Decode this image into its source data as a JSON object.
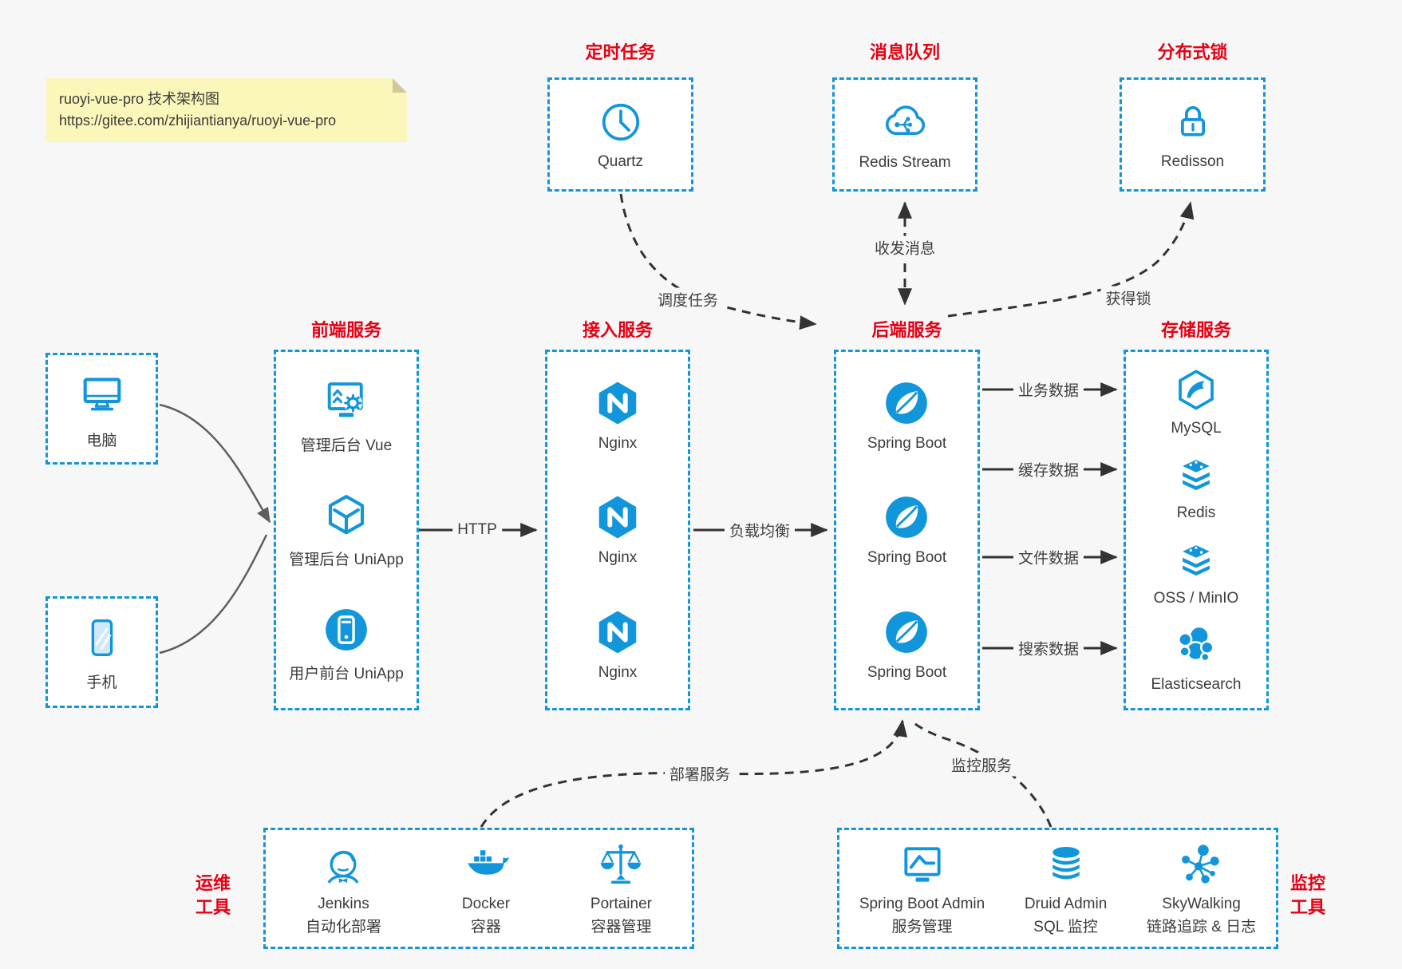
{
  "note": {
    "line1": "ruoyi-vue-pro 技术架构图",
    "line2": "https://gitee.com/zhijiantianya/ruoyi-vue-pro"
  },
  "palette": {
    "accent_blue": "#1296db",
    "title_red": "#e60013",
    "canvas_bg": "#f7f7f8",
    "note_bg": "#fbf6b9",
    "edge_dark": "#333333",
    "edge_gray": "#5f5f5f"
  },
  "top_services": [
    {
      "title": "定时任务",
      "label": "Quartz",
      "icon": "clock-icon"
    },
    {
      "title": "消息队列",
      "label": "Redis Stream",
      "icon": "message-queue-cloud-icon"
    },
    {
      "title": "分布式锁",
      "label": "Redisson",
      "icon": "lock-icon"
    }
  ],
  "clients": [
    {
      "label": "电脑",
      "icon": "desktop-icon"
    },
    {
      "label": "手机",
      "icon": "smartphone-icon"
    }
  ],
  "columns": {
    "frontend": {
      "title": "前端服务",
      "items": [
        {
          "label": "管理后台 Vue"
        },
        {
          "label": "管理后台 UniApp"
        },
        {
          "label": "用户前台 UniApp"
        }
      ]
    },
    "gateway": {
      "title": "接入服务",
      "items": [
        {
          "label": "Nginx"
        },
        {
          "label": "Nginx"
        },
        {
          "label": "Nginx"
        }
      ]
    },
    "backend": {
      "title": "后端服务",
      "items": [
        {
          "label": "Spring Boot"
        },
        {
          "label": "Spring Boot"
        },
        {
          "label": "Spring Boot"
        }
      ]
    },
    "storage": {
      "title": "存储服务",
      "items": [
        {
          "label": "MySQL"
        },
        {
          "label": "Redis"
        },
        {
          "label": "OSS / MinIO"
        },
        {
          "label": "Elasticsearch"
        }
      ]
    }
  },
  "ops": {
    "side_label": "运维\n工具",
    "items": [
      {
        "name": "Jenkins",
        "desc": "自动化部署"
      },
      {
        "name": "Docker",
        "desc": "容器"
      },
      {
        "name": "Portainer",
        "desc": "容器管理"
      }
    ]
  },
  "monitoring": {
    "side_label": "监控\n工具",
    "items": [
      {
        "name": "Spring Boot Admin",
        "desc": "服务管理"
      },
      {
        "name": "Druid Admin",
        "desc": "SQL 监控"
      },
      {
        "name": "SkyWalking",
        "desc": "链路追踪 & 日志"
      }
    ]
  },
  "edges": {
    "http": "HTTP",
    "load_balance": "负载均衡",
    "schedule": "调度任务",
    "messaging": "收发消息",
    "lock": "获得锁",
    "business": "业务数据",
    "cache": "缓存数据",
    "file": "文件数据",
    "search": "搜索数据",
    "deploy": "部署服务",
    "monitor": "监控服务"
  }
}
